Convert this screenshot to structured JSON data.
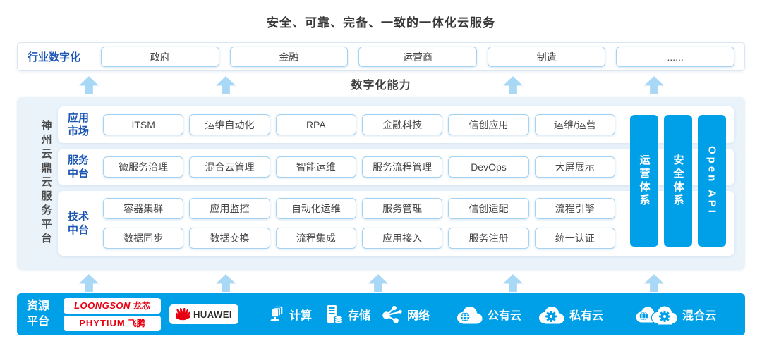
{
  "title": "安全、可靠、完备、一致的一体化云服务",
  "industry": {
    "label": "行业数字化",
    "items": [
      "政府",
      "金融",
      "运营商",
      "制造",
      "......"
    ]
  },
  "capability_label": "数字化能力",
  "platform": {
    "side_label": "神州云鼎云服务平台",
    "rows": [
      {
        "label": "应用市场"
      },
      {
        "label": "服务中台"
      },
      {
        "label": "技术中台"
      }
    ],
    "row1_items": [
      "ITSM",
      "运维自动化",
      "RPA",
      "金融科技",
      "信创应用",
      "运维/运营"
    ],
    "row2_items": [
      "微服务治理",
      "混合云管理",
      "智能运维",
      "服务流程管理",
      "DevOps",
      "大屏展示"
    ],
    "row3_line1_items": [
      "容器集群",
      "应用监控",
      "自动化运维",
      "服务管理",
      "信创适配",
      "流程引擎"
    ],
    "row3_line2_items": [
      "数据同步",
      "数据交换",
      "流程集成",
      "应用接入",
      "服务注册",
      "统一认证"
    ],
    "pillars": [
      "运营体系",
      "安全体系",
      "Open API"
    ]
  },
  "resources": {
    "label": "资源平台",
    "vendors": {
      "loongson_en": "LOONGSON",
      "loongson_cn": "龙芯",
      "phytium_en": "PHYTIUM",
      "phytium_cn": "飞腾",
      "huawei": "HUAWEI"
    },
    "items": [
      {
        "icon": "compute-icon",
        "label": "计算"
      },
      {
        "icon": "storage-icon",
        "label": "存储"
      },
      {
        "icon": "network-icon",
        "label": "网络"
      },
      {
        "icon": "public-cloud-icon",
        "label": "公有云"
      },
      {
        "icon": "private-cloud-icon",
        "label": "私有云"
      },
      {
        "icon": "hybrid-cloud-icon",
        "label": "混合云"
      }
    ]
  },
  "colors": {
    "accent_blue": "#00a0e9",
    "arrow_blue": "#a9d8f6",
    "panel_bg": "#eaf3fa",
    "label_blue": "#1b56b4",
    "box_border": "#a6d3f1",
    "brand_red": "#e60012",
    "title_text": "#383838"
  }
}
